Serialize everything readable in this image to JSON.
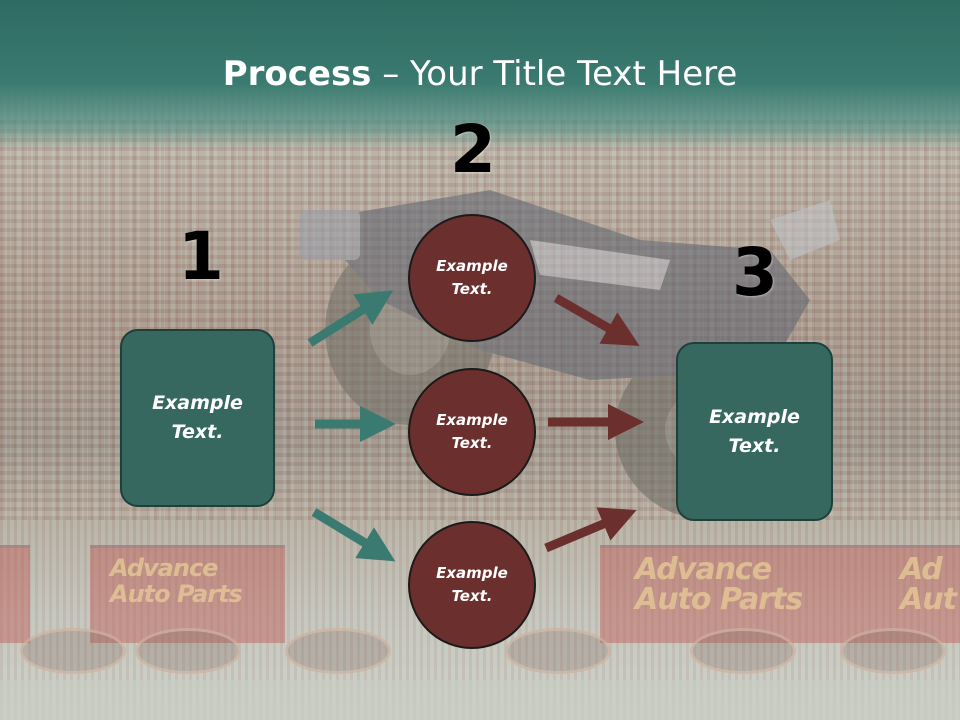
{
  "slide": {
    "title_bold": "Process",
    "title_rest": " – Your Title Text Here",
    "steps": [
      {
        "number": "1",
        "text": "Example\nText."
      },
      {
        "number": "2"
      },
      {
        "number": "3",
        "text": "Example\nText."
      }
    ],
    "circles": [
      {
        "text": "Example\nText."
      },
      {
        "text": "Example\nText."
      },
      {
        "text": "Example\nText."
      }
    ],
    "background_banners": {
      "left": "Advance\nAuto Parts",
      "right": "Advance\nAuto Parts",
      "far_right": "Ad\nAut"
    },
    "colors": {
      "title_band": "#3a7a70",
      "box_fill": "#36685f",
      "circle_fill": "#6b2f2d",
      "arrow_teal": "#3a7a70",
      "arrow_maroon": "#6b2f2d"
    }
  }
}
